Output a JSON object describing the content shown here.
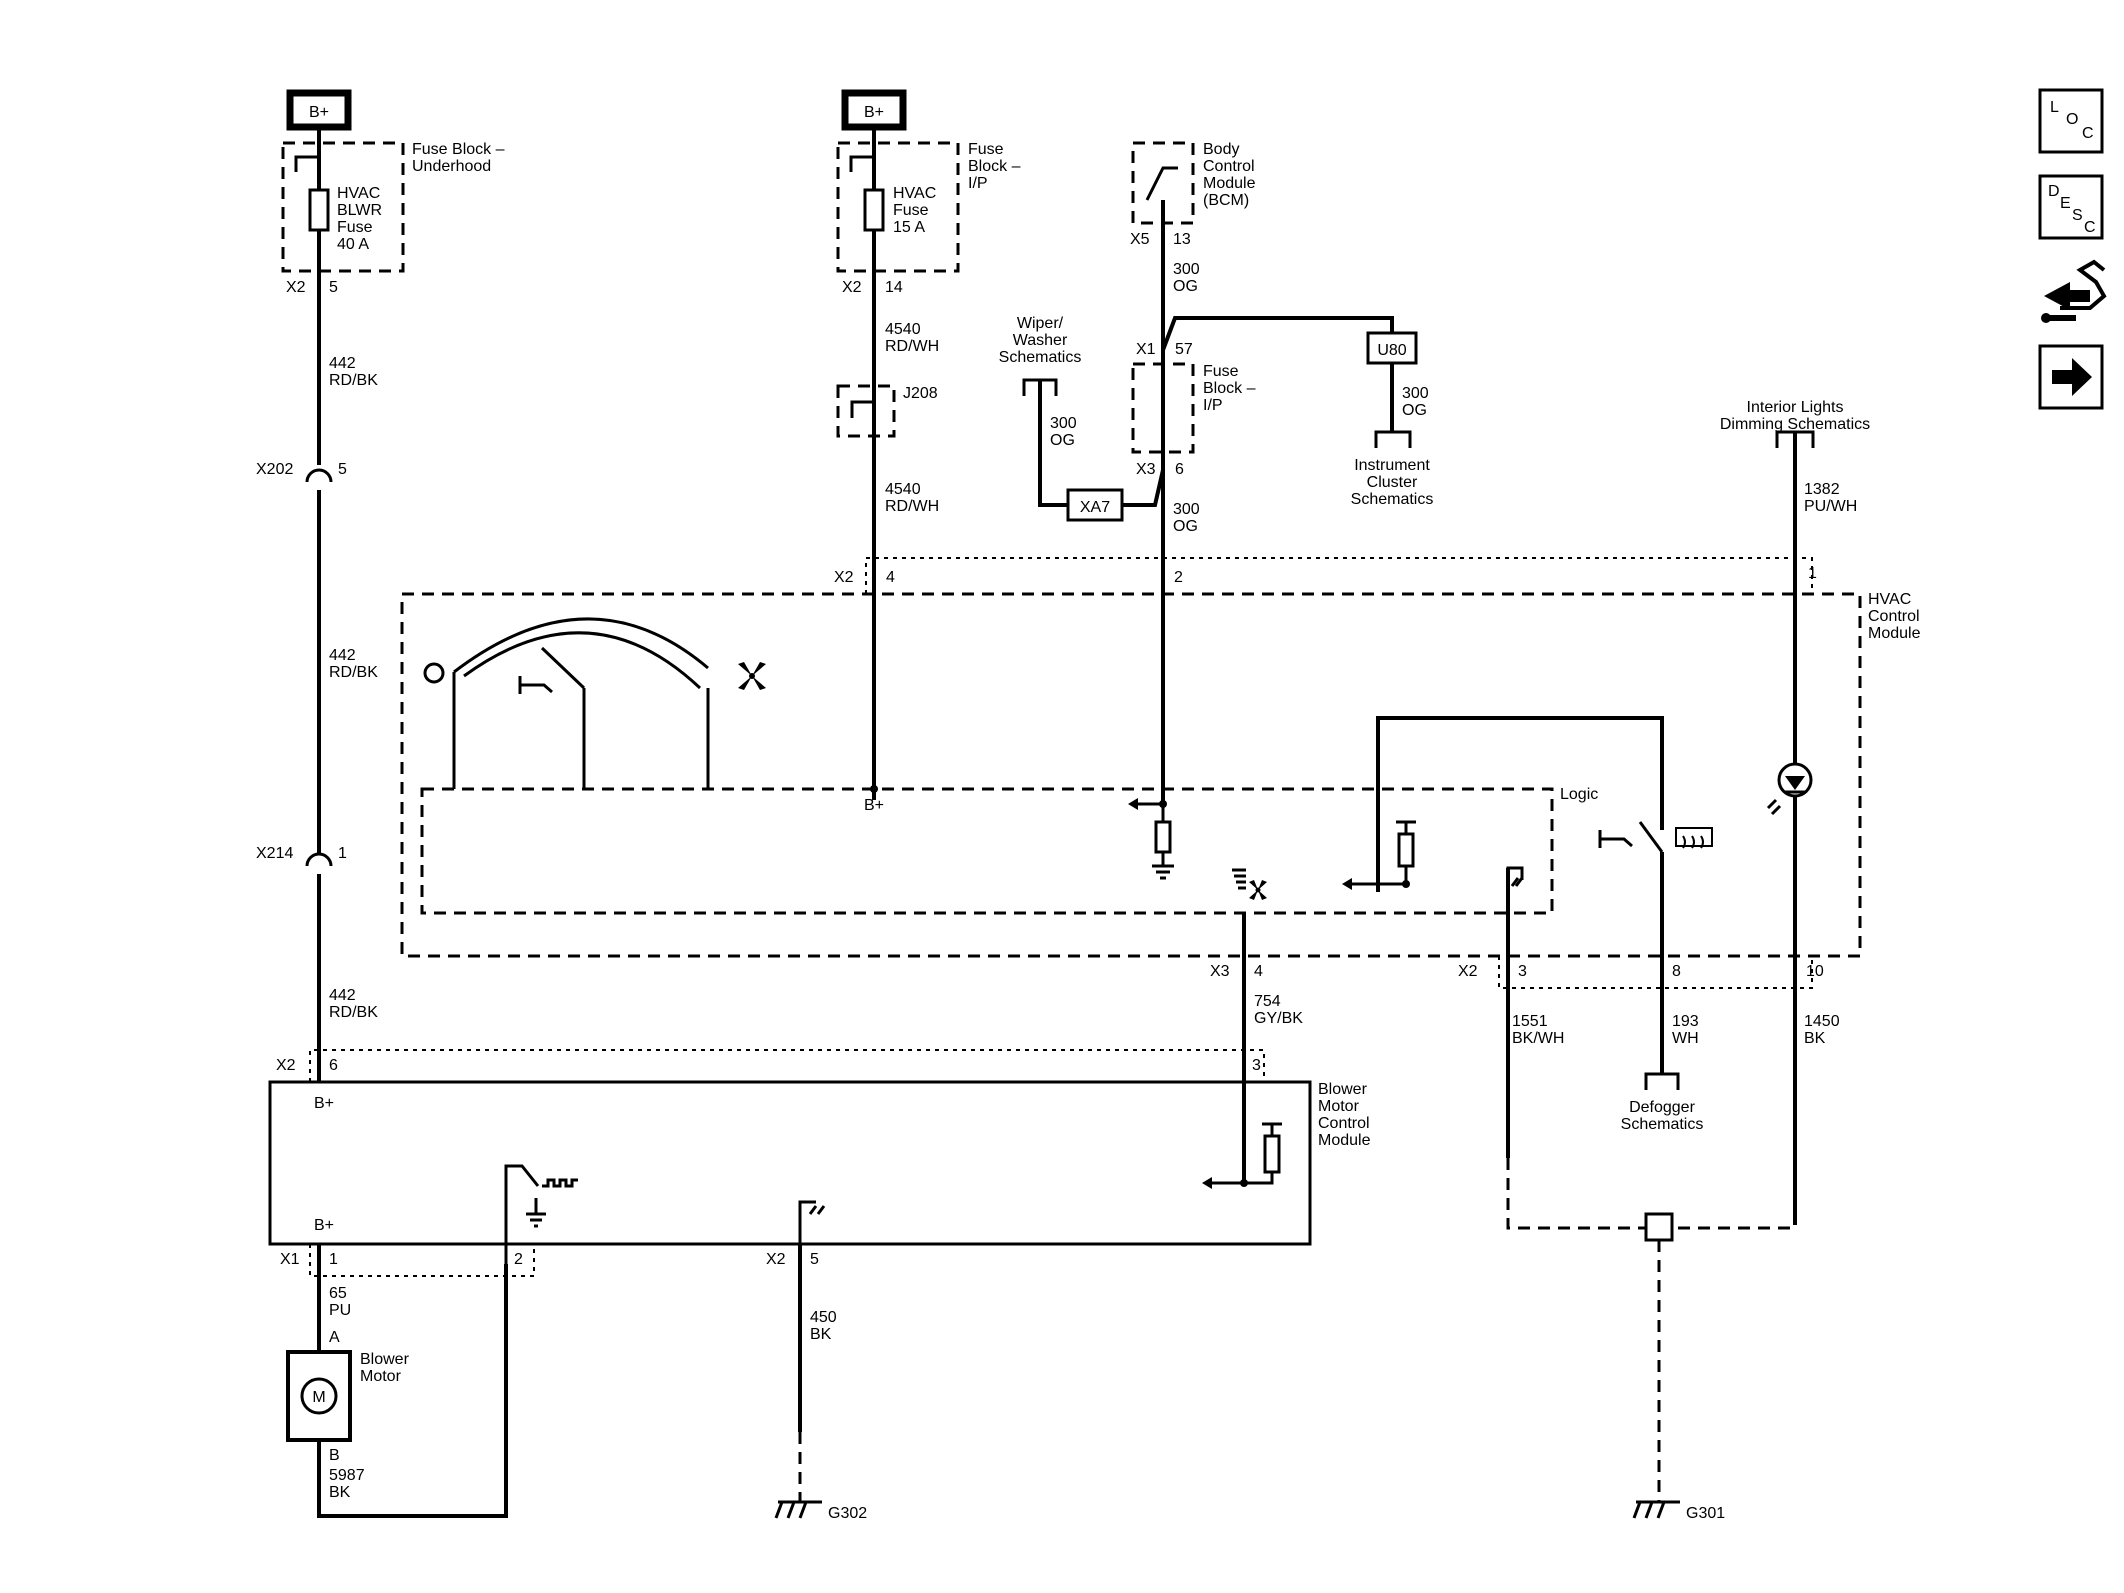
{
  "power": {
    "bplus_left": "B+",
    "bplus_mid": "B+"
  },
  "fuse_block_underhood": {
    "title": "Fuse Block –\nUnderhood",
    "fuse": "HVAC\nBLWR\nFuse\n40 A"
  },
  "fuse_block_ip": {
    "title": "Fuse\nBlock –\nI/P",
    "fuse": "HVAC\nFuse\n15 A"
  },
  "bcm": {
    "title": "Body\nControl\nModule\n(BCM)"
  },
  "fuse_block_ip2": {
    "title": "Fuse\nBlock –\nI/P"
  },
  "wiper": {
    "title": "Wiper/\nWasher\nSchematics"
  },
  "instrument_cluster": {
    "title": "Instrument\nCluster\nSchematics"
  },
  "interior_lights": {
    "title": "Interior Lights\nDimming Schematics"
  },
  "hvac_module": {
    "title": "HVAC\nControl\nModule",
    "logic": "Logic",
    "bplus": "B+"
  },
  "blower_module": {
    "title": "Blower\nMotor\nControl\nModule",
    "bplus_top": "B+",
    "bplus_bottom": "B+"
  },
  "blower_motor": {
    "title": "Blower\nMotor",
    "symbol": "M",
    "pin_a": "A",
    "pin_b": "B"
  },
  "defogger": {
    "title": "Defogger\nSchematics"
  },
  "components": {
    "j208": "J208",
    "xa7": "XA7",
    "u80": "U80"
  },
  "wires": {
    "w442_a": "442\nRD/BK",
    "w442_b": "442\nRD/BK",
    "w442_c": "442\nRD/BK",
    "w4540_a": "4540\nRD/WH",
    "w4540_b": "4540\nRD/WH",
    "w300_a": "300\nOG",
    "w300_b": "300\nOG",
    "w300_c": "300\nOG",
    "w300_d": "300\nOG",
    "w1382": "1382\nPU/WH",
    "w754": "754\nGY/BK",
    "w1551": "1551\nBK/WH",
    "w193": "193\nWH",
    "w1450": "1450\nBK",
    "w65": "65\nPU",
    "w5987": "5987\nBK",
    "w450": "450\nBK"
  },
  "connectors": {
    "x2_5": [
      "X2",
      "5"
    ],
    "x202": [
      "X202",
      "5"
    ],
    "x214": [
      "X214",
      "1"
    ],
    "x2_14": [
      "X2",
      "14"
    ],
    "x5_13": [
      "X5",
      "13"
    ],
    "x1_57": [
      "X1",
      "57"
    ],
    "x3_6": [
      "X3",
      "6"
    ],
    "x2_4": [
      "X2",
      "4"
    ],
    "pin2": "2",
    "pin1": "1",
    "x3_4": [
      "X3",
      "4"
    ],
    "x2_3": [
      "X2",
      "3"
    ],
    "pin8": "8",
    "pin10": "10",
    "x2_6": [
      "X2",
      "6"
    ],
    "pin3": "3",
    "x1_1": [
      "X1",
      "1"
    ],
    "pin2b": "2",
    "x2_5b": [
      "X2",
      "5"
    ]
  },
  "grounds": {
    "g302": "G302",
    "g301": "G301"
  },
  "nav": {
    "loc": [
      "L",
      "O",
      "C"
    ],
    "desc": [
      "D",
      "E",
      "S",
      "C"
    ],
    "tool_icon": "connector-tool-icon",
    "next_icon": "arrow-right-icon"
  }
}
